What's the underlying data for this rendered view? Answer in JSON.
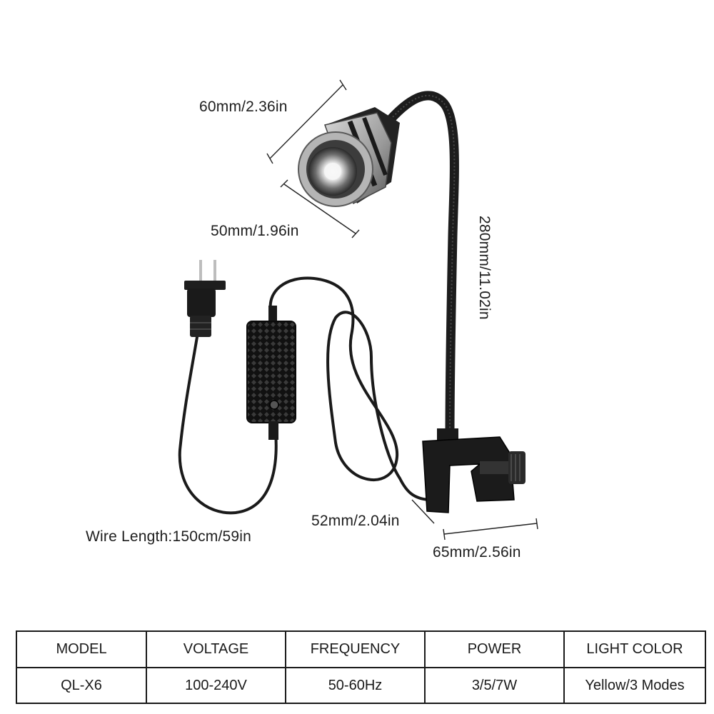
{
  "dimensions": {
    "head_diameter": "60mm/2.36in",
    "head_length": "50mm/1.96in",
    "gooseneck_length": "280mm/11.02in",
    "wire_length": "Wire Length:150cm/59in",
    "clamp_depth": "52mm/2.04in",
    "clamp_width": "65mm/2.56in"
  },
  "specs": {
    "headers": [
      "MODEL",
      "VOLTAGE",
      "FREQUENCY",
      "POWER",
      "LIGHT COLOR"
    ],
    "values": [
      "QL-X6",
      "100-240V",
      "50-60Hz",
      "3/5/7W",
      "Yellow/3 Modes"
    ]
  }
}
